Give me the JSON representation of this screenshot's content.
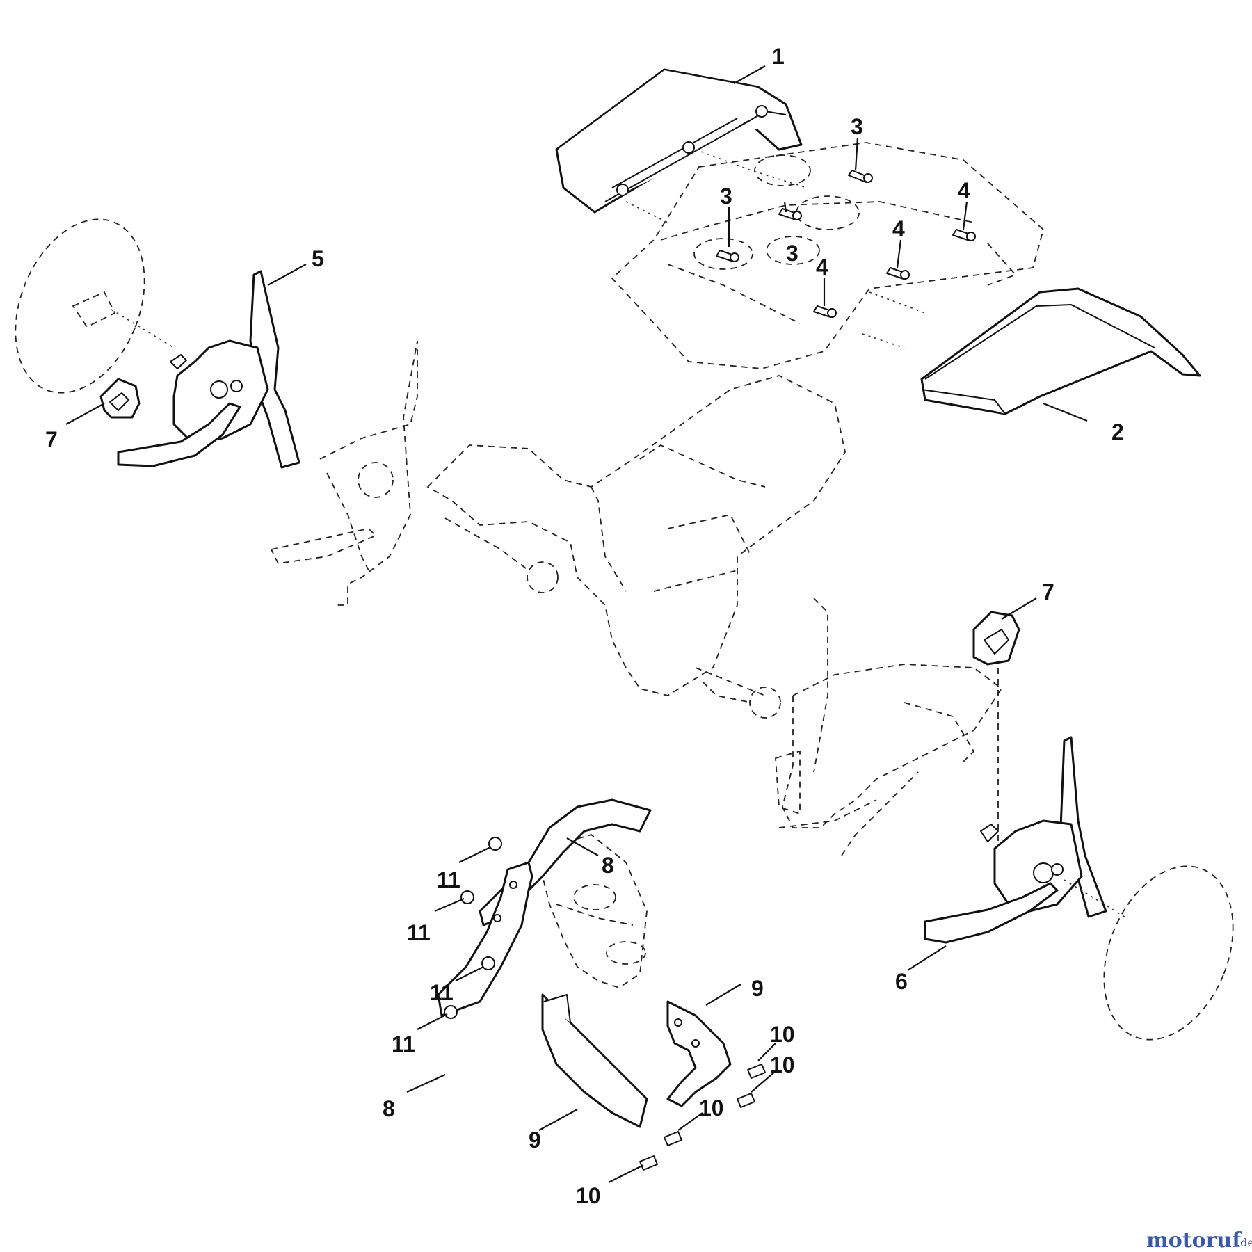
{
  "callouts": {
    "c1": "1",
    "c2": "2",
    "c3a": "3",
    "c3b": "3",
    "c3c": "3",
    "c4a": "4",
    "c4b": "4",
    "c4c": "4",
    "c5": "5",
    "c6": "6",
    "c7a": "7",
    "c7b": "7",
    "c8a": "8",
    "c8b": "8",
    "c9a": "9",
    "c9b": "9",
    "c10a": "10",
    "c10b": "10",
    "c10c": "10",
    "c10d": "10",
    "c11a": "11",
    "c11b": "11",
    "c11c": "11",
    "c11d": "11"
  },
  "watermark": {
    "name": "motoruf",
    "suffix": ".de",
    "color_main": "#3b5aa6",
    "color_accent": "#e0502a"
  }
}
